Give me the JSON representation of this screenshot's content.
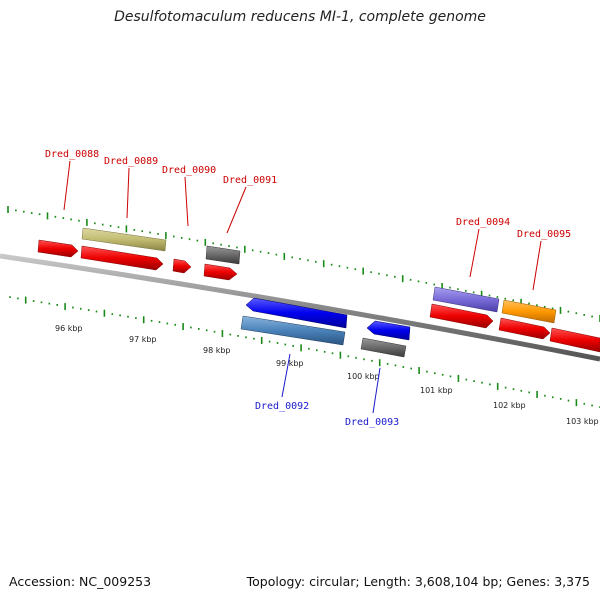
{
  "title": "Desulfotomaculum reducens MI-1, complete genome",
  "footer": {
    "accession": "Accession: NC_009253",
    "summary": "Topology: circular; Length: 3,608,104 bp; Genes: 3,375"
  },
  "colors": {
    "forward_label": "#cc0000",
    "reverse_label": "#1a1acc",
    "tick": "#1a8a1a",
    "backbone": "#888888"
  },
  "scale_labels": [
    "96 kbp",
    "97 kbp",
    "98 kbp",
    "99 kbp",
    "100 kbp",
    "101 kbp",
    "102 kbp",
    "103 kbp"
  ],
  "gene_labels": [
    "Dred_0088",
    "Dred_0089",
    "Dred_0090",
    "Dred_0091",
    "Dred_0094",
    "Dred_0095",
    "Dred_0092",
    "Dred_0093"
  ]
}
